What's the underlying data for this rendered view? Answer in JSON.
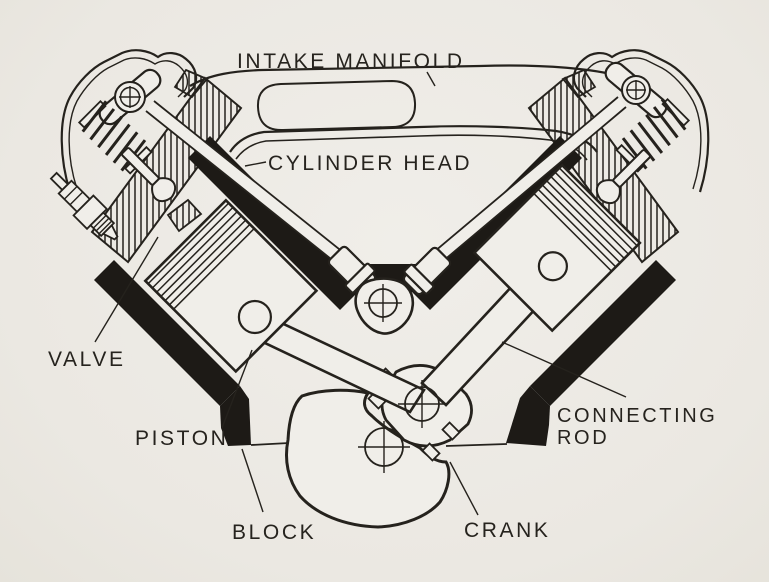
{
  "figure": {
    "kind": "V-engine cross-section line illustration",
    "paper_color": "#ECEAE4",
    "ink_color": "#25221D"
  },
  "labels": {
    "intake_manifold": "INTAKE MANIFOLD",
    "cylinder_head": "CYLINDER HEAD",
    "valve": "VALVE",
    "piston": "PISTON",
    "block": "BLOCK",
    "crank": "CRANK",
    "connecting_rod_line1": "CONNECTING",
    "connecting_rod_line2": "ROD"
  }
}
